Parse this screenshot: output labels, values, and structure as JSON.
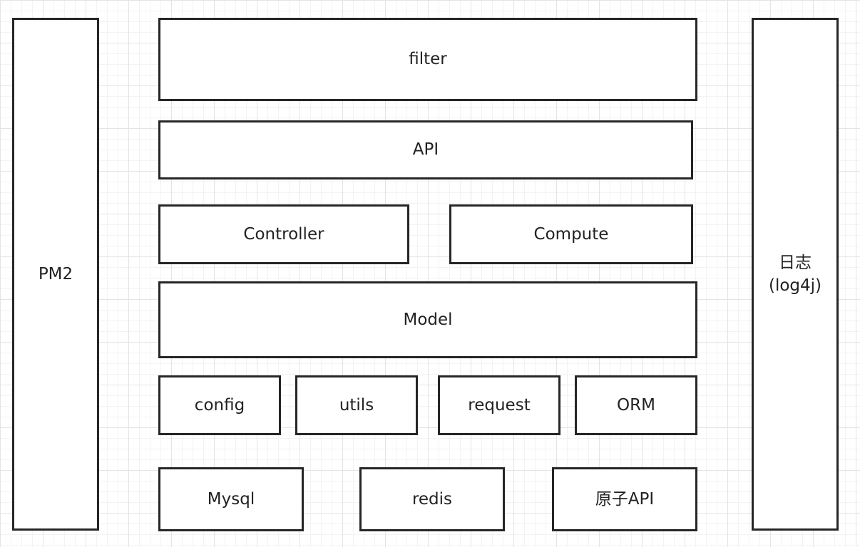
{
  "diagram": {
    "left_panel": {
      "label": "PM2"
    },
    "right_panel": {
      "line1": "日志",
      "line2": "(log4j)"
    },
    "layers": {
      "filter": "filter",
      "api": "API",
      "controller": "Controller",
      "compute": "Compute",
      "model": "Model",
      "config": "config",
      "utils": "utils",
      "request": "request",
      "orm": "ORM",
      "mysql": "Mysql",
      "redis": "redis",
      "atomic_api": "原子API"
    }
  }
}
